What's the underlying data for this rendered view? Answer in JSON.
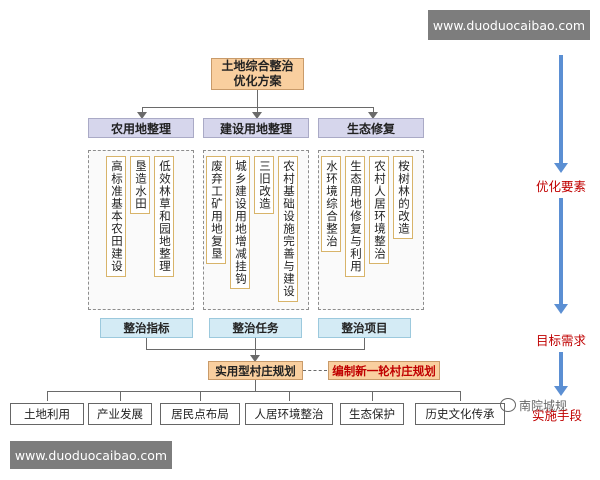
{
  "watermark_top": "www.duoduocaibao.com",
  "watermark_bottom": "www.duoduocaibao.com",
  "top_box": {
    "line1": "土地综合整治",
    "line2": "优化方案"
  },
  "categories": [
    "农用地整理",
    "建设用地整理",
    "生态修复"
  ],
  "groups": [
    {
      "items": [
        "高标准基本农田建设",
        "垦造水田",
        "低效林草和园地整理"
      ]
    },
    {
      "items": [
        "废弃工矿用地复垦",
        "城乡建设用地增减挂钩",
        "三旧改造",
        "农村基础设施完善与建设"
      ]
    },
    {
      "items": [
        "水环境综合整治",
        "生态用地修复与利用",
        "农村人居环境整治",
        "桉树林的改造"
      ]
    }
  ],
  "blue_labels": [
    "整治指标",
    "整治任务",
    "整治项目"
  ],
  "plan_box": "实用型村庄规划",
  "red_box": "编制新一轮村庄规划",
  "bottom_items": [
    "土地利用",
    "产业发展",
    "居民点布局",
    "人居环境整治",
    "生态保护",
    "历史文化传承"
  ],
  "flow_labels": [
    "优化要素",
    "目标需求",
    "实施手段"
  ],
  "wechat_label": "南院城规",
  "colors": {
    "peach": "#f9cf9f",
    "lavender": "#d6d6ec",
    "light_blue": "#d4ebf5",
    "red_text": "#c00000",
    "flow_arrow": "#5b8fd3"
  }
}
